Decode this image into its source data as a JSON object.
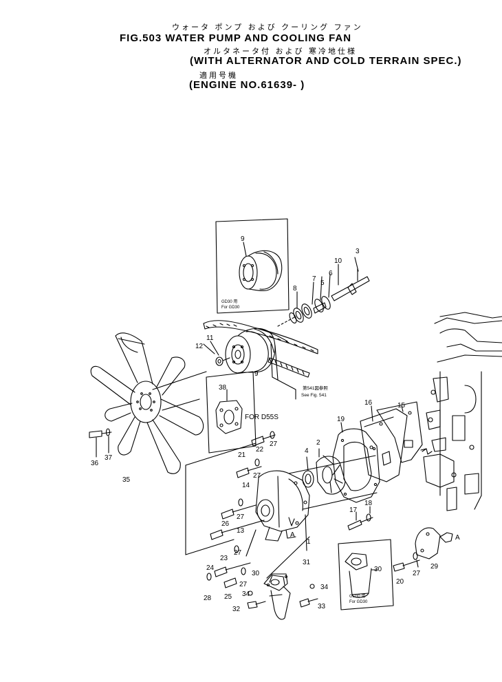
{
  "header": {
    "jp_line1": "ウォータ ポンプ および クーリング ファン",
    "title_line1": "FIG.503  WATER PUMP AND COOLING FAN",
    "jp_line2": "オルタネータ付 および 寒冷地仕様",
    "title_line2": "(WITH ALTERNATOR AND COLD TERRAIN SPEC.)",
    "jp_line3": "適用号機",
    "title_line3": "(ENGINE NO.61639- )"
  },
  "insets": {
    "top_jp": "GD30 用",
    "top_en": "For GD30",
    "bottom_jp": "GD30 用",
    "bottom_en": "For GD30",
    "d55s": "FOR D55S"
  },
  "reference_note": {
    "jp": "第541図参照",
    "en": "See Fig. 541"
  },
  "callouts": {
    "n1": "1",
    "n2": "2",
    "n3": "3",
    "n4": "4",
    "n5": "5",
    "n6": "6",
    "n7": "7",
    "n8": "8",
    "n9a": "9",
    "n9b": "9",
    "n10": "10",
    "n11": "11",
    "n12": "12",
    "n13": "13",
    "n14": "14",
    "n15": "15",
    "n16": "16",
    "n17": "17",
    "n18": "18",
    "n19": "19",
    "n20": "20",
    "n21": "21",
    "n22": "22",
    "n23": "23",
    "n24": "24",
    "n25": "25",
    "n26": "26",
    "n27a": "27",
    "n27b": "27",
    "n27c": "27",
    "n27d": "27",
    "n27e": "27",
    "n27f": "27",
    "n28": "28",
    "n29": "29",
    "n30a": "30",
    "n30b": "30",
    "n31": "31",
    "n32": "32",
    "n33": "33",
    "n34a": "34",
    "n34b": "34",
    "n35": "35",
    "n36": "36",
    "n37": "37",
    "n38": "38",
    "markA1": "A",
    "markA2": "A"
  }
}
